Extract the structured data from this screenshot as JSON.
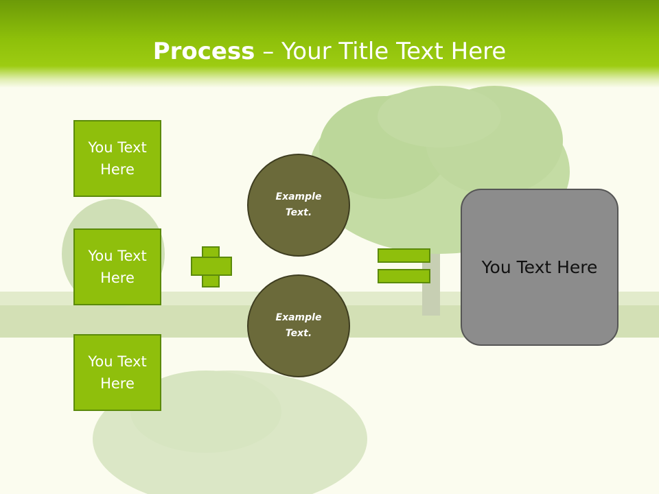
{
  "header": {
    "title_bold": "Process",
    "title_rest": " – Your Title Text Here"
  },
  "left_boxes": [
    {
      "label": "You Text Here"
    },
    {
      "label": "You Text Here"
    },
    {
      "label": "You Text Here"
    }
  ],
  "circles": [
    {
      "label": "Example Text."
    },
    {
      "label": "Example Text."
    }
  ],
  "result": {
    "label": "You Text Here"
  },
  "colors": {
    "header_green": "#8ec00a",
    "box_green": "#8fbf0c",
    "box_border": "#5b8a0a",
    "circle_olive": "#6b6a3a",
    "result_gray": "#8c8c8c",
    "background": "#fbfcef"
  }
}
